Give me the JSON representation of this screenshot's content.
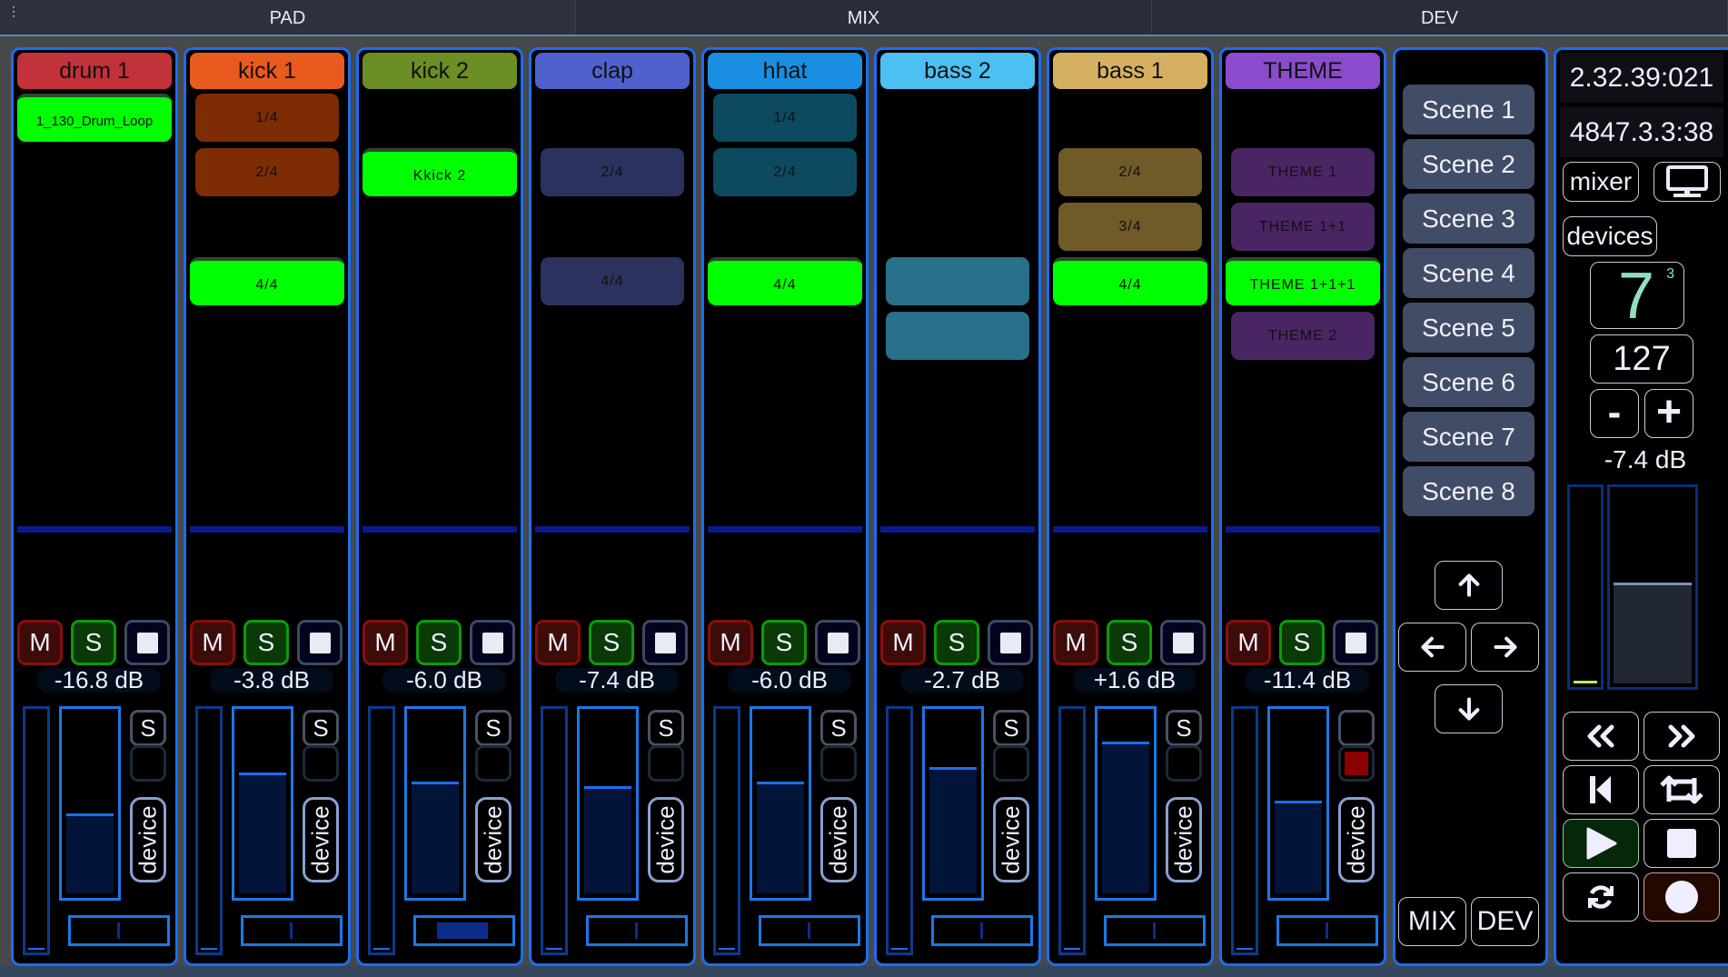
{
  "tabs": [
    {
      "label": "PAD",
      "active": true
    },
    {
      "label": "MIX",
      "active": false
    },
    {
      "label": "DEV",
      "active": false
    }
  ],
  "tracks": [
    {
      "name": "drum 1",
      "color": "#c3313a",
      "clips": [
        {
          "slot": 0,
          "label": "1_130_Drum_Loop",
          "color": "#00ff00",
          "playing": true
        }
      ],
      "db": "-16.8 dB",
      "fader": 0.45,
      "pan": 0.0,
      "s_label": "S",
      "rec_armed": false,
      "device": "device"
    },
    {
      "name": "kick 1",
      "color": "#e85a1e",
      "clips": [
        {
          "slot": 0,
          "label": "1/4",
          "color": "#7d2c04"
        },
        {
          "slot": 1,
          "label": "2/4",
          "color": "#7d2c04"
        },
        {
          "slot": 3,
          "label": "4/4",
          "color": "#00ff00",
          "playing": true
        }
      ],
      "db": "-3.8 dB",
      "fader": 0.68,
      "pan": 0.0,
      "s_label": "S",
      "rec_armed": false,
      "device": "device"
    },
    {
      "name": "kick 2",
      "color": "#6b8e25",
      "clips": [
        {
          "slot": 1,
          "label": "Kkick 2",
          "color": "#00ff00",
          "playing": true
        }
      ],
      "db": "-6.0 dB",
      "fader": 0.63,
      "pan": -0.35,
      "s_label": "S",
      "rec_armed": false,
      "device": "device"
    },
    {
      "name": "clap",
      "color": "#5060cc",
      "clips": [
        {
          "slot": 1,
          "label": "2/4",
          "color": "#2c325e"
        },
        {
          "slot": 3,
          "label": "4/4",
          "color": "#2c325e"
        }
      ],
      "db": "-7.4 dB",
      "fader": 0.6,
      "pan": 0.0,
      "s_label": "S",
      "rec_armed": false,
      "device": "device"
    },
    {
      "name": "hhat",
      "color": "#1a8ee0",
      "clips": [
        {
          "slot": 0,
          "label": "1/4",
          "color": "#0d4a60"
        },
        {
          "slot": 1,
          "label": "2/4",
          "color": "#0d4a60"
        },
        {
          "slot": 3,
          "label": "4/4",
          "color": "#00ff00",
          "playing": true
        }
      ],
      "db": "-6.0 dB",
      "fader": 0.63,
      "pan": 0.0,
      "s_label": "S",
      "rec_armed": false,
      "device": "device"
    },
    {
      "name": "bass 2",
      "color": "#4cc0f0",
      "clips": [
        {
          "slot": 3,
          "label": "",
          "color": "#29708a"
        },
        {
          "slot": 4,
          "label": "",
          "color": "#29708a"
        }
      ],
      "db": "-2.7 dB",
      "fader": 0.71,
      "pan": 0.0,
      "s_label": "S",
      "rec_armed": false,
      "device": "device"
    },
    {
      "name": "bass  1",
      "color": "#d4b060",
      "clips": [
        {
          "slot": 1,
          "label": "2/4",
          "color": "#6f5a28"
        },
        {
          "slot": 2,
          "label": "3/4",
          "color": "#6f5a28"
        },
        {
          "slot": 3,
          "label": "4/4",
          "color": "#00ff00",
          "playing": true
        }
      ],
      "db": "+1.6 dB",
      "fader": 0.85,
      "pan": 0.0,
      "s_label": "S",
      "rec_armed": false,
      "device": "device"
    },
    {
      "name": "THEME",
      "color": "#8a4ccc",
      "clips": [
        {
          "slot": 1,
          "label": "THEME 1",
          "color": "#4a2563"
        },
        {
          "slot": 2,
          "label": "THEME 1+1",
          "color": "#4a2563"
        },
        {
          "slot": 3,
          "label": "THEME  1+1+1",
          "color": "#00ff00",
          "playing": true
        },
        {
          "slot": 4,
          "label": "THEME 2",
          "color": "#4a2563"
        }
      ],
      "db": "-11.4 dB",
      "fader": 0.52,
      "pan": 0.0,
      "s_label": "",
      "rec_armed": true,
      "device": "device"
    }
  ],
  "track_buttons": {
    "mute": "M",
    "solo": "S"
  },
  "scenes": [
    "Scene 1",
    "Scene 2",
    "Scene 3",
    "Scene 4",
    "Scene 5",
    "Scene 6",
    "Scene 7",
    "Scene 8"
  ],
  "nav": {
    "mix": "MIX",
    "dev": "DEV"
  },
  "right": {
    "time": "2.32.39:021",
    "position": "4847.3.3:38",
    "mixer": "mixer",
    "devices": "devices",
    "big_number": "7",
    "superscript": "3",
    "value": "127",
    "minus": "-",
    "plus": "+",
    "master_db": "-7.4 dB",
    "master_fader": 0.53,
    "master_meter": 0.02
  }
}
